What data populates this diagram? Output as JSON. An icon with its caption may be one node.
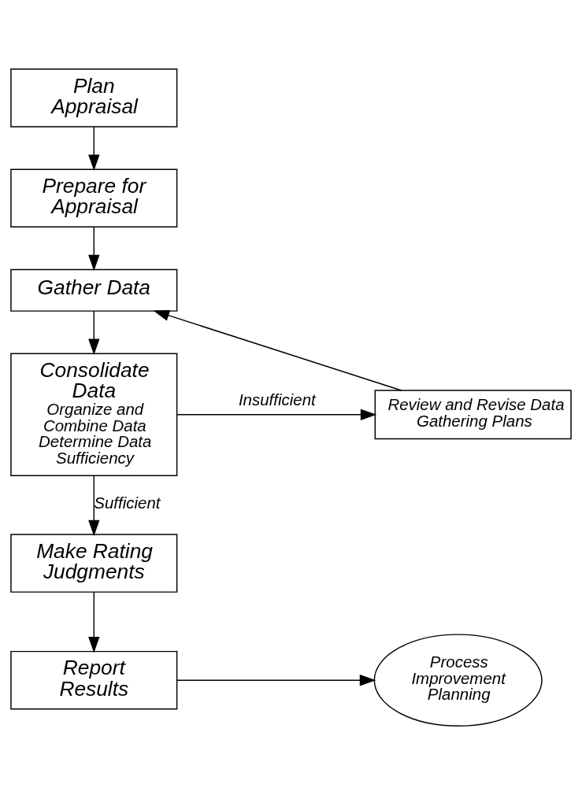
{
  "diagram": {
    "nodes": [
      {
        "text": [
          "Plan Appraisal"
        ]
      },
      {
        "text": [
          "Prepare for Appraisal"
        ]
      },
      {
        "text": [
          "Gather Data"
        ]
      },
      {
        "text": [
          "Consolidate Data",
          "Organize and Combine Data",
          "Determine Data Sufficiency"
        ]
      },
      {
        "text": [
          "Review and Revise Data Gathering Plans"
        ]
      },
      {
        "text": [
          "Make Rating Judgments"
        ]
      },
      {
        "text": [
          "Report Results"
        ]
      },
      {
        "text": [
          "Process Improvement Planning"
        ]
      }
    ],
    "edges": [
      {
        "from": 0,
        "to": 1,
        "arrow": "to"
      },
      {
        "from": 1,
        "to": 2,
        "arrow": "to"
      },
      {
        "from": 2,
        "to": 3,
        "arrow": "to"
      },
      {
        "from": 3,
        "to": 4,
        "arrow": "to",
        "label": "Insufficient"
      },
      {
        "from": 4,
        "to": 2,
        "arrow": "to"
      },
      {
        "from": 3,
        "to": 5,
        "arrow": "to",
        "label": "Sufficient"
      },
      {
        "from": 5,
        "to": 6,
        "arrow": "to"
      },
      {
        "from": 6,
        "to": 7,
        "arrow": "to"
      }
    ]
  }
}
